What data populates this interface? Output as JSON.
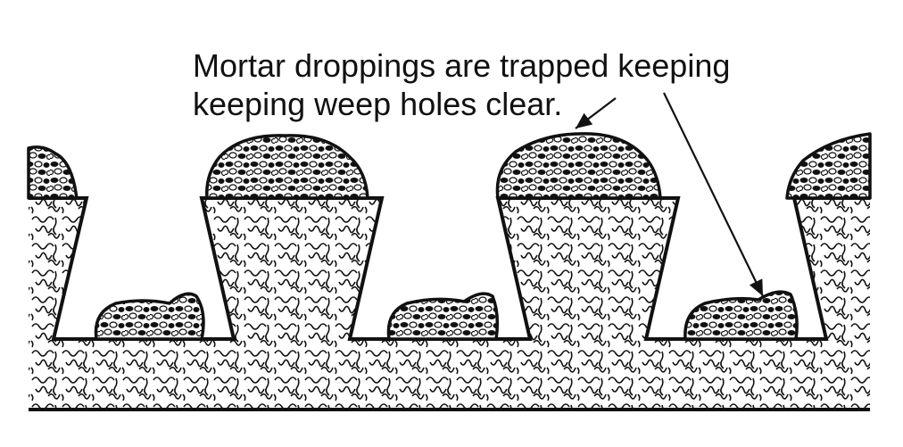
{
  "caption": {
    "line1": "Mortar droppings are trapped keeping",
    "line2": "keeping weep holes clear."
  },
  "colors": {
    "ink": "#111111",
    "background": "#ffffff",
    "mortar_dark": "#111111",
    "mortar_light": "#ffffff"
  },
  "parts": {
    "trapped_droppings_count": 3,
    "top_mortar_piles_count": 4
  }
}
